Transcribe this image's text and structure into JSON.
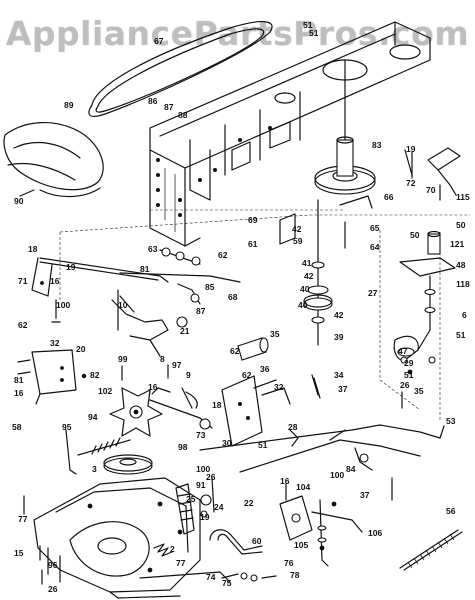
{
  "watermark": "AppliancePartsPros.com",
  "labels": [
    {
      "id": "51a",
      "text": "51"
    },
    {
      "id": "51b",
      "text": "51"
    },
    {
      "id": "67",
      "text": "67"
    },
    {
      "id": "89",
      "text": "89"
    },
    {
      "id": "86",
      "text": "86"
    },
    {
      "id": "87",
      "text": "87"
    },
    {
      "id": "88",
      "text": "88"
    },
    {
      "id": "83",
      "text": "83"
    },
    {
      "id": "19a",
      "text": "19"
    },
    {
      "id": "72",
      "text": "72"
    },
    {
      "id": "70",
      "text": "70"
    },
    {
      "id": "115",
      "text": "115"
    },
    {
      "id": "90",
      "text": "90"
    },
    {
      "id": "66",
      "text": "66"
    },
    {
      "id": "69",
      "text": "69"
    },
    {
      "id": "42a",
      "text": "42"
    },
    {
      "id": "61",
      "text": "61"
    },
    {
      "id": "59",
      "text": "59"
    },
    {
      "id": "65",
      "text": "65"
    },
    {
      "id": "64",
      "text": "64"
    },
    {
      "id": "50a",
      "text": "50"
    },
    {
      "id": "50b",
      "text": "50"
    },
    {
      "id": "121",
      "text": "121"
    },
    {
      "id": "18a",
      "text": "18"
    },
    {
      "id": "19b",
      "text": "19"
    },
    {
      "id": "71",
      "text": "71"
    },
    {
      "id": "16a",
      "text": "16"
    },
    {
      "id": "63",
      "text": "63"
    },
    {
      "id": "62a",
      "text": "62"
    },
    {
      "id": "81",
      "text": "81"
    },
    {
      "id": "41",
      "text": "41"
    },
    {
      "id": "42b",
      "text": "42"
    },
    {
      "id": "48",
      "text": "48"
    },
    {
      "id": "27",
      "text": "27"
    },
    {
      "id": "118",
      "text": "118"
    },
    {
      "id": "100a",
      "text": "100"
    },
    {
      "id": "62b",
      "text": "62"
    },
    {
      "id": "10",
      "text": "10"
    },
    {
      "id": "85",
      "text": "85"
    },
    {
      "id": "68",
      "text": "68"
    },
    {
      "id": "87b",
      "text": "87"
    },
    {
      "id": "21",
      "text": "21"
    },
    {
      "id": "40a",
      "text": "40"
    },
    {
      "id": "42c",
      "text": "42"
    },
    {
      "id": "40b",
      "text": "40"
    },
    {
      "id": "39",
      "text": "39"
    },
    {
      "id": "8",
      "text": "8"
    },
    {
      "id": "6",
      "text": "6"
    },
    {
      "id": "51c",
      "text": "51"
    },
    {
      "id": "47",
      "text": "47"
    },
    {
      "id": "29",
      "text": "29"
    },
    {
      "id": "51d",
      "text": "51"
    },
    {
      "id": "32a",
      "text": "32"
    },
    {
      "id": "20",
      "text": "20"
    },
    {
      "id": "81b",
      "text": "81"
    },
    {
      "id": "16b",
      "text": "16"
    },
    {
      "id": "82",
      "text": "82"
    },
    {
      "id": "35a",
      "text": "35"
    },
    {
      "id": "62c",
      "text": "62"
    },
    {
      "id": "36",
      "text": "36"
    },
    {
      "id": "99",
      "text": "99"
    },
    {
      "id": "97",
      "text": "97"
    },
    {
      "id": "102",
      "text": "102"
    },
    {
      "id": "16c",
      "text": "16"
    },
    {
      "id": "9",
      "text": "9"
    },
    {
      "id": "62d",
      "text": "62"
    },
    {
      "id": "32b",
      "text": "32"
    },
    {
      "id": "34",
      "text": "34"
    },
    {
      "id": "37a",
      "text": "37"
    },
    {
      "id": "26a",
      "text": "26"
    },
    {
      "id": "35b",
      "text": "35"
    },
    {
      "id": "18b",
      "text": "18"
    },
    {
      "id": "94",
      "text": "94"
    },
    {
      "id": "73",
      "text": "73"
    },
    {
      "id": "30",
      "text": "30"
    },
    {
      "id": "51e",
      "text": "51"
    },
    {
      "id": "98",
      "text": "98"
    },
    {
      "id": "95",
      "text": "95"
    },
    {
      "id": "58",
      "text": "58"
    },
    {
      "id": "28",
      "text": "28"
    },
    {
      "id": "53",
      "text": "53"
    },
    {
      "id": "3",
      "text": "3"
    },
    {
      "id": "100b",
      "text": "100"
    },
    {
      "id": "91",
      "text": "91"
    },
    {
      "id": "26b",
      "text": "26"
    },
    {
      "id": "25",
      "text": "25"
    },
    {
      "id": "19c",
      "text": "19"
    },
    {
      "id": "24",
      "text": "24"
    },
    {
      "id": "22",
      "text": "22"
    },
    {
      "id": "84",
      "text": "84"
    },
    {
      "id": "16d",
      "text": "16"
    },
    {
      "id": "104",
      "text": "104"
    },
    {
      "id": "100c",
      "text": "100"
    },
    {
      "id": "37b",
      "text": "37"
    },
    {
      "id": "77a",
      "text": "77"
    },
    {
      "id": "105",
      "text": "105"
    },
    {
      "id": "106",
      "text": "106"
    },
    {
      "id": "60",
      "text": "60"
    },
    {
      "id": "2",
      "text": "2"
    },
    {
      "id": "15",
      "text": "15"
    },
    {
      "id": "96",
      "text": "96"
    },
    {
      "id": "77b",
      "text": "77"
    },
    {
      "id": "74",
      "text": "74"
    },
    {
      "id": "75",
      "text": "75"
    },
    {
      "id": "76",
      "text": "76"
    },
    {
      "id": "78",
      "text": "78"
    },
    {
      "id": "56",
      "text": "56"
    },
    {
      "id": "26c",
      "text": "26"
    }
  ]
}
